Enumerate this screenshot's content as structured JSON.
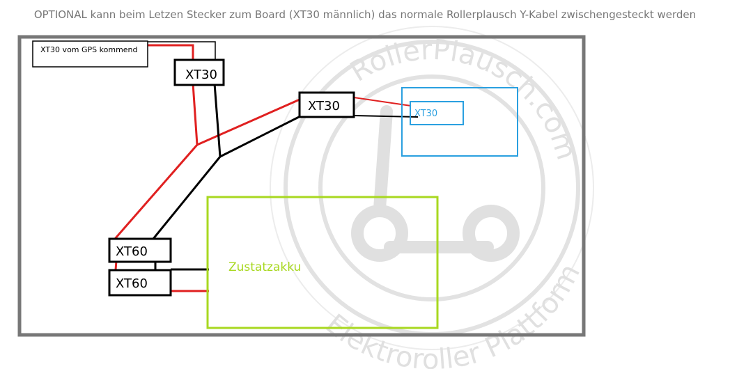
{
  "caption": "OPTIONAL kann beim Letzen Stecker zum Board (XT30 männlich) das normale Rollerplausch Y-Kabel zwischengesteckt werden",
  "labels": {
    "gps_source": "XT30 vom GPS kommend",
    "xt30_top": "XT30",
    "xt30_middle": "XT30",
    "xt30_board": "XT30",
    "xt60_upper": "XT60",
    "xt60_lower": "XT60",
    "battery": "Zustatzakku"
  },
  "watermark": {
    "top_text": "RollerPlausch.com",
    "bottom_text": "Elektroroller Plattform"
  },
  "colors": {
    "positive_wire": "#e02020",
    "negative_wire": "#000000",
    "board": "#2aa0e0",
    "battery": "#a8d820",
    "frame": "#777777"
  }
}
